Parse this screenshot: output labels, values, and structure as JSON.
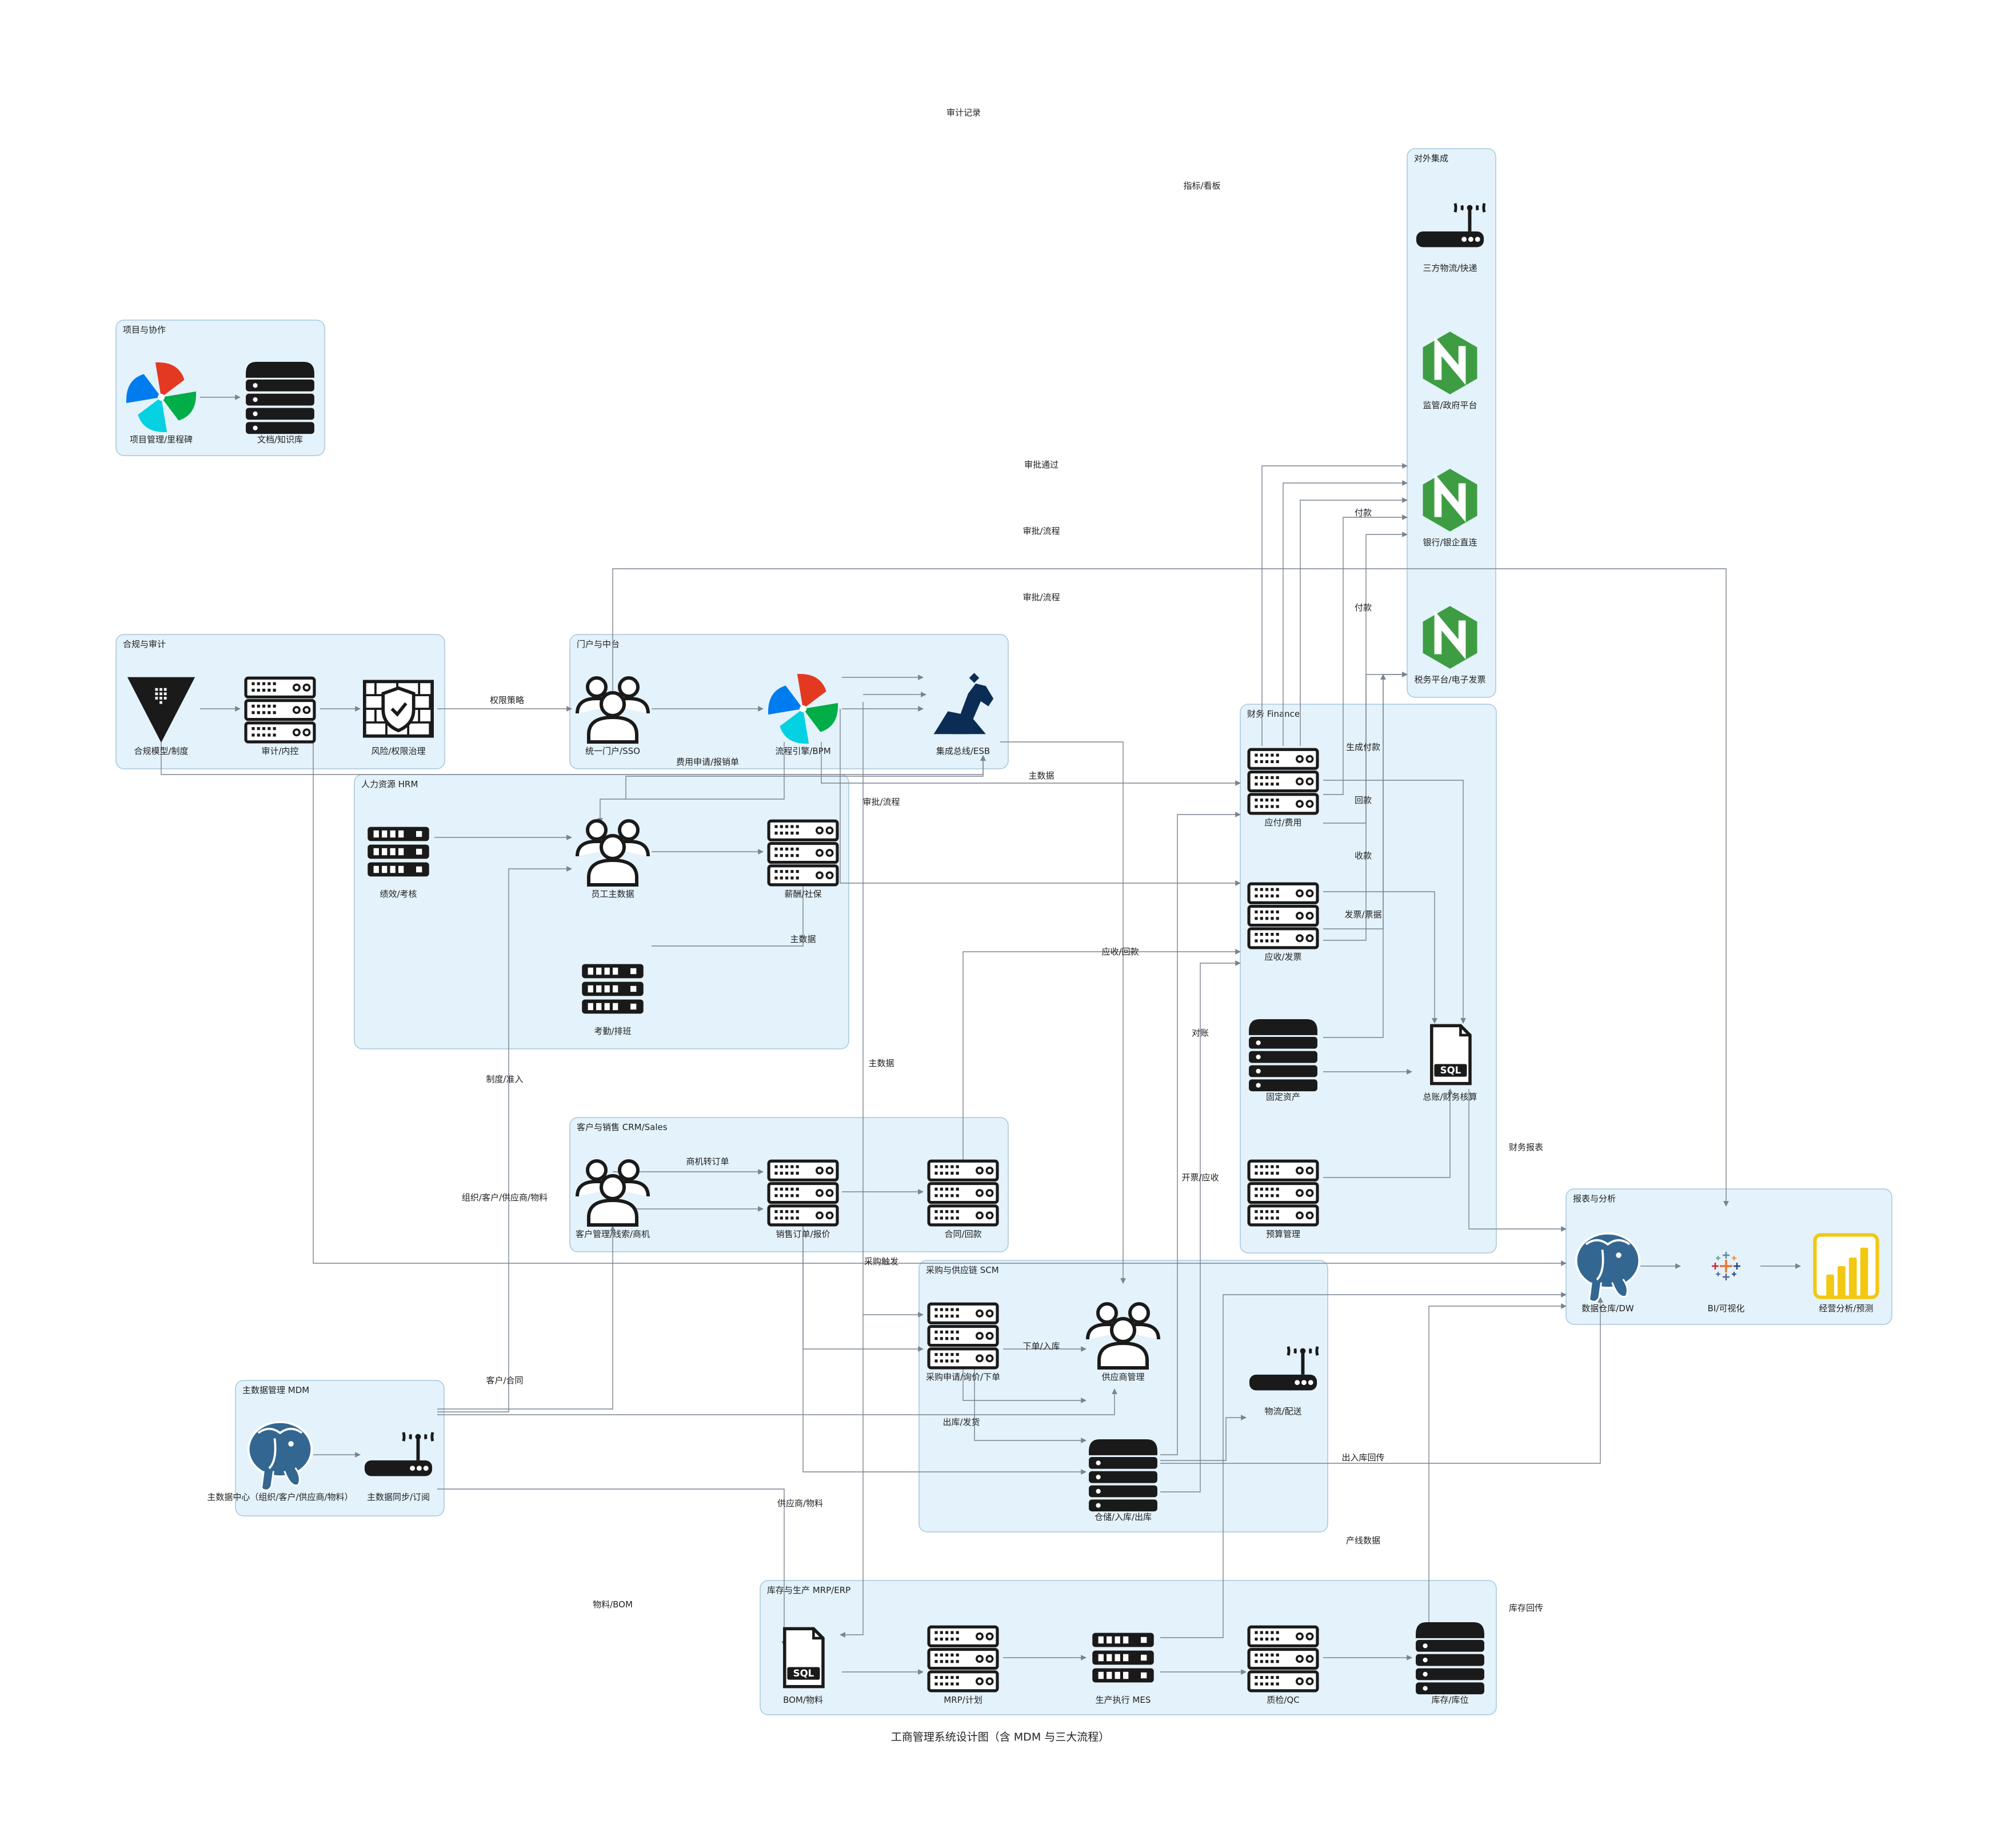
{
  "title": "工商管理系统设计图（含 MDM 与三大流程）",
  "colors": {
    "cluster_fill": "#e3f2fb",
    "cluster_stroke": "#a9c6da",
    "edge": "#7a8390",
    "text": "#222222",
    "nginx_green": "#3e9d42",
    "pg_blue": "#336791",
    "icon_dark": "#1a1a1a",
    "esb_navy": "#0b2d55",
    "powerbi_yellow": "#f2c811"
  },
  "clusters": [
    {
      "id": "project",
      "label": "项目与协作"
    },
    {
      "id": "external",
      "label": "对外集成"
    },
    {
      "id": "compliance",
      "label": "合规与审计"
    },
    {
      "id": "portal",
      "label": "门户与中台"
    },
    {
      "id": "hrm",
      "label": "人力资源 HRM"
    },
    {
      "id": "finance",
      "label": "财务 Finance"
    },
    {
      "id": "crm",
      "label": "客户与销售 CRM/Sales"
    },
    {
      "id": "scm",
      "label": "采购与供应链 SCM"
    },
    {
      "id": "report",
      "label": "报表与分析"
    },
    {
      "id": "mdm",
      "label": "主数据管理 MDM"
    },
    {
      "id": "erp",
      "label": "库存与生产 MRP/ERP"
    }
  ],
  "nodes": [
    {
      "id": "pm",
      "label": "项目管理/里程碑",
      "icon": "pinwheel-icon"
    },
    {
      "id": "kb",
      "label": "文档/知识库",
      "icon": "storage-stack-icon"
    },
    {
      "id": "logistics3p",
      "label": "三方物流/快递",
      "icon": "router-icon"
    },
    {
      "id": "gov",
      "label": "监管/政府平台",
      "icon": "nginx-icon"
    },
    {
      "id": "bank",
      "label": "银行/银企直连",
      "icon": "nginx-icon"
    },
    {
      "id": "tax",
      "label": "税务平台/电子发票",
      "icon": "nginx-icon"
    },
    {
      "id": "policy",
      "label": "合规模型/制度",
      "icon": "vault-triangle-icon"
    },
    {
      "id": "audit",
      "label": "审计/内控",
      "icon": "server-icon"
    },
    {
      "id": "risk",
      "label": "风险/权限治理",
      "icon": "firewall-icon"
    },
    {
      "id": "sso",
      "label": "统一门户/SSO",
      "icon": "users-icon"
    },
    {
      "id": "bpm",
      "label": "流程引擎/BPM",
      "icon": "pinwheel-icon"
    },
    {
      "id": "esb",
      "label": "集成总线/ESB",
      "icon": "kong-gorilla-icon"
    },
    {
      "id": "perf",
      "label": "绩效/考核",
      "icon": "rack-icon"
    },
    {
      "id": "employee",
      "label": "员工主数据",
      "icon": "users-icon"
    },
    {
      "id": "payroll",
      "label": "薪酬/社保",
      "icon": "server-icon"
    },
    {
      "id": "attendance",
      "label": "考勤/排班",
      "icon": "rack-icon"
    },
    {
      "id": "ap",
      "label": "应付/费用",
      "icon": "server-icon"
    },
    {
      "id": "ar",
      "label": "应收/发票",
      "icon": "server-icon"
    },
    {
      "id": "fixed",
      "label": "固定资产",
      "icon": "storage-stack-icon"
    },
    {
      "id": "gl",
      "label": "总账/财务核算",
      "icon": "sql-file-icon"
    },
    {
      "id": "budget",
      "label": "预算管理",
      "icon": "server-icon"
    },
    {
      "id": "customer",
      "label": "客户管理/线索/商机",
      "icon": "users-icon"
    },
    {
      "id": "order",
      "label": "销售订单/报价",
      "icon": "server-icon"
    },
    {
      "id": "contract",
      "label": "合同/回款",
      "icon": "server-icon"
    },
    {
      "id": "dw",
      "label": "数据仓库/DW",
      "icon": "postgresql-elephant-icon"
    },
    {
      "id": "bi",
      "label": "BI/可视化",
      "icon": "tableau-icon"
    },
    {
      "id": "forecast",
      "label": "经营分析/预测",
      "icon": "powerbi-icon"
    },
    {
      "id": "purchase",
      "label": "采购申请/询价/下单",
      "icon": "server-icon"
    },
    {
      "id": "supplier",
      "label": "供应商管理",
      "icon": "users-icon"
    },
    {
      "id": "delivery",
      "label": "物流/配送",
      "icon": "router-icon"
    },
    {
      "id": "warehouse",
      "label": "仓储/入库/出库",
      "icon": "storage-stack-icon"
    },
    {
      "id": "mdmhub",
      "label": "主数据中心（组织/客户/供应商/物料）",
      "icon": "postgresql-elephant-icon"
    },
    {
      "id": "mdmsync",
      "label": "主数据同步/订阅",
      "icon": "router-icon"
    },
    {
      "id": "bom",
      "label": "BOM/物料",
      "icon": "sql-file-icon"
    },
    {
      "id": "mrp",
      "label": "MRP/计划",
      "icon": "server-icon"
    },
    {
      "id": "mes",
      "label": "生产执行 MES",
      "icon": "rack-icon"
    },
    {
      "id": "qc",
      "label": "质检/QC",
      "icon": "server-icon"
    },
    {
      "id": "inventory",
      "label": "库存/库位",
      "icon": "storage-stack-icon"
    }
  ],
  "edge_labels": [
    "审计记录",
    "指标/看板",
    "审批通过",
    "审批/流程",
    "审批/流程",
    "付款",
    "付款",
    "权限策略",
    "费用申请/报销单",
    "主数据",
    "生成付款",
    "回款",
    "收款",
    "发票/票据",
    "审批/流程",
    "主数据",
    "应收/回款",
    "对账",
    "主数据",
    "财务报表",
    "制度/准入",
    "商机转订单",
    "开票/应收",
    "组织/客户/供应商/物料",
    "采购触发",
    "下单/入库",
    "客户/合同",
    "出库/发货",
    "出入库回传",
    "供应商/物料",
    "产线数据",
    "物料/BOM",
    "库存回传"
  ]
}
